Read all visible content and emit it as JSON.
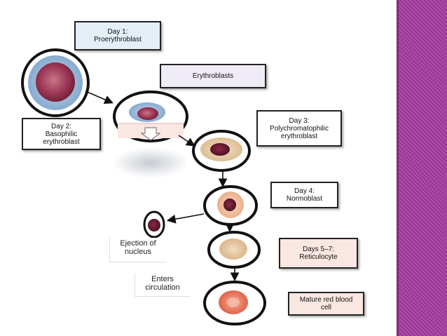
{
  "stages": {
    "day1": {
      "line1": "Day 1:",
      "line2": "Proerythroblast"
    },
    "erythroblasts": {
      "line1": "Erythroblasts"
    },
    "day2": {
      "line1": "Day 2:",
      "line2": "Basophilic",
      "line3": "erythroblast"
    },
    "day3": {
      "line1": "Day 3:",
      "line2": "Polychromatophilic",
      "line3": "erythroblast"
    },
    "day4": {
      "line1": "Day 4:",
      "line2": "Normoblast"
    },
    "days57": {
      "line1": "Days 5–7:",
      "line2": "Reticulocyte"
    },
    "mature": {
      "line1": "Mature red blood",
      "line2": "cell"
    }
  },
  "notes": {
    "ejection": {
      "line1": "Ejection of",
      "line2": "nucleus"
    },
    "circulation": {
      "line1": "Enters",
      "line2": "circulation"
    }
  },
  "colors": {
    "accent_band": "#a93fa5",
    "nucleus": "#7b1f3a",
    "cytoplasm_basophilic": "#8fb3d4",
    "cytoplasm_reticulocyte": "#e8c9a0",
    "mature_rbc": "#e8735c"
  }
}
